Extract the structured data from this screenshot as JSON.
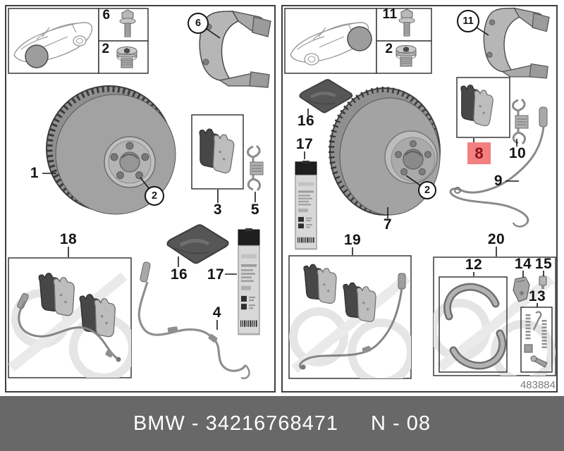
{
  "diagram": {
    "type": "parts-diagram",
    "subject": "brake-discs-and-pads-front-and-rear"
  },
  "labels": {
    "front_bolt": "6",
    "front_plug": "2",
    "front_carrier": "6",
    "front_disc": "1",
    "front_disc_screw": "2",
    "front_pads": "3",
    "front_clip": "5",
    "front_pad_kit": "18",
    "front_sachet": "16",
    "front_cleaner": "17",
    "front_sensor": "4",
    "rear_bolt": "11",
    "rear_plug": "2",
    "rear_carrier": "11",
    "rear_sachet": "16",
    "rear_cleaner": "17",
    "rear_disc": "7",
    "rear_disc_screw": "2",
    "rear_pads": "8",
    "rear_clip": "10",
    "rear_sensor": "9",
    "rear_pad_kit": "19",
    "rear_shoe_kit": "20",
    "rear_shoes": "12",
    "rear_adjuster": "14",
    "rear_pin": "15",
    "rear_springs": "13"
  },
  "doc_number": "483884",
  "footer": {
    "label": "BMW - 34216768471",
    "revision": "N - 08"
  },
  "colors": {
    "highlight_bg": "#f28080",
    "highlight_text": "#8c1111",
    "footer_bg": "#686868",
    "footer_text": "#ffffff"
  }
}
